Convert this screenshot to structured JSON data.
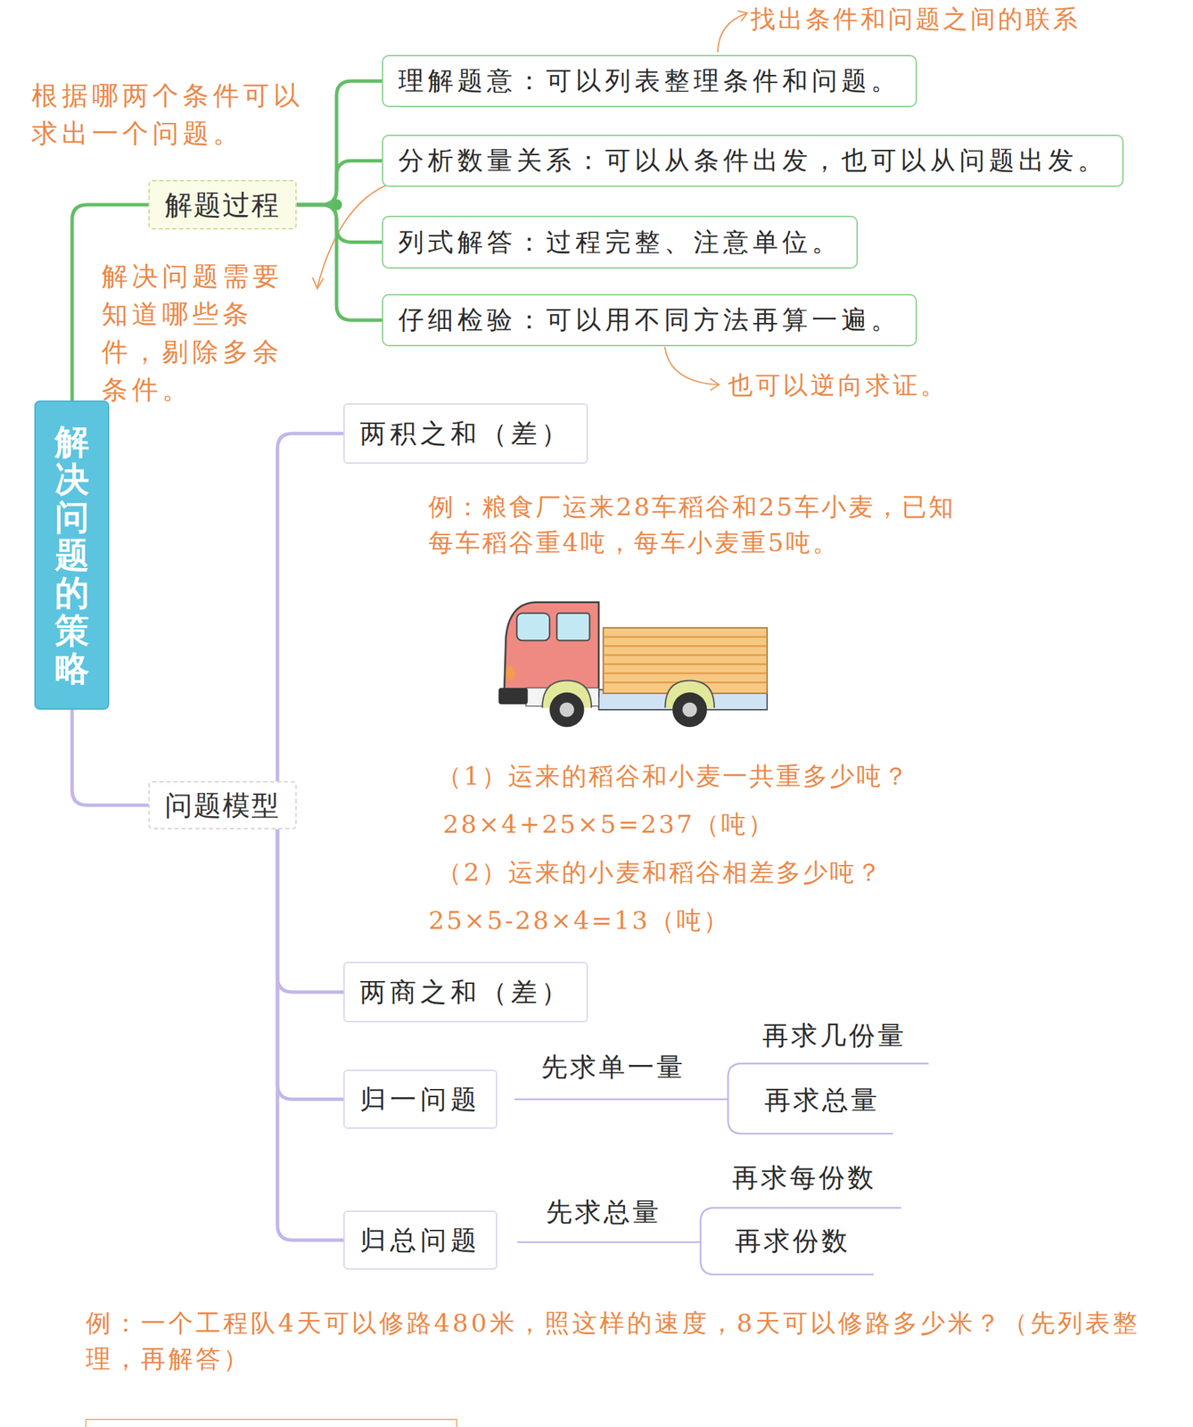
{
  "diagram": {
    "nodes": [
      {
        "text": [
          "解决问题的策略"
        ]
      },
      {
        "text": [
          "解题过程"
        ]
      },
      {
        "text": [
          "理解题意：可以列表整理条件和问题。"
        ]
      },
      {
        "text": [
          "分析数量关系：可以从条件出发，也可以从问题出发。"
        ]
      },
      {
        "text": [
          "列式解答：过程完整、注意单位。"
        ]
      },
      {
        "text": [
          "仔细检验：可以用不同方法再算一遍。"
        ]
      },
      {
        "text": [
          "问题模型"
        ]
      },
      {
        "text": [
          "两积之和（差）"
        ]
      },
      {
        "text": [
          "两商之和（差）"
        ]
      },
      {
        "text": [
          "归一问题"
        ]
      },
      {
        "text": [
          "归总问题"
        ]
      }
    ],
    "edges": [
      {
        "from": 0,
        "to": 1,
        "arrow": "none"
      },
      {
        "from": 0,
        "to": 6,
        "arrow": "none"
      },
      {
        "from": 1,
        "to": 2,
        "arrow": "none"
      },
      {
        "from": 1,
        "to": 3,
        "arrow": "none"
      },
      {
        "from": 1,
        "to": 4,
        "arrow": "none"
      },
      {
        "from": 1,
        "to": 5,
        "arrow": "none"
      },
      {
        "from": 6,
        "to": 7,
        "arrow": "none"
      },
      {
        "from": 6,
        "to": 8,
        "arrow": "none"
      },
      {
        "from": 6,
        "to": 9,
        "arrow": "none"
      },
      {
        "from": 6,
        "to": 10,
        "arrow": "none"
      }
    ],
    "labels": [
      "找出条件和问题之间的联系",
      "根据哪两个条件可以求出一个问题。",
      "解决问题需要知道哪些条件，剔除多余条件。",
      "也可以逆向求证。",
      "例：粮食厂运来28车稻谷和25车小麦，已知每车稻谷重4吨，每车小麦重5吨。",
      "（1）运来的稻谷和小麦一共重多少吨？",
      "28×4+25×5=237（吨）",
      "（2）运来的小麦和稻谷相差多少吨？",
      "25×5-28×4=13（吨）",
      "先求单一量",
      "再求几份量",
      "再求总量",
      "先求总量",
      "再求每份数",
      "再求份数",
      "例：一个工程队4天可以修路480米，照这样的速度，8天可以修路多少米？（先列表整理，再解答）"
    ]
  }
}
